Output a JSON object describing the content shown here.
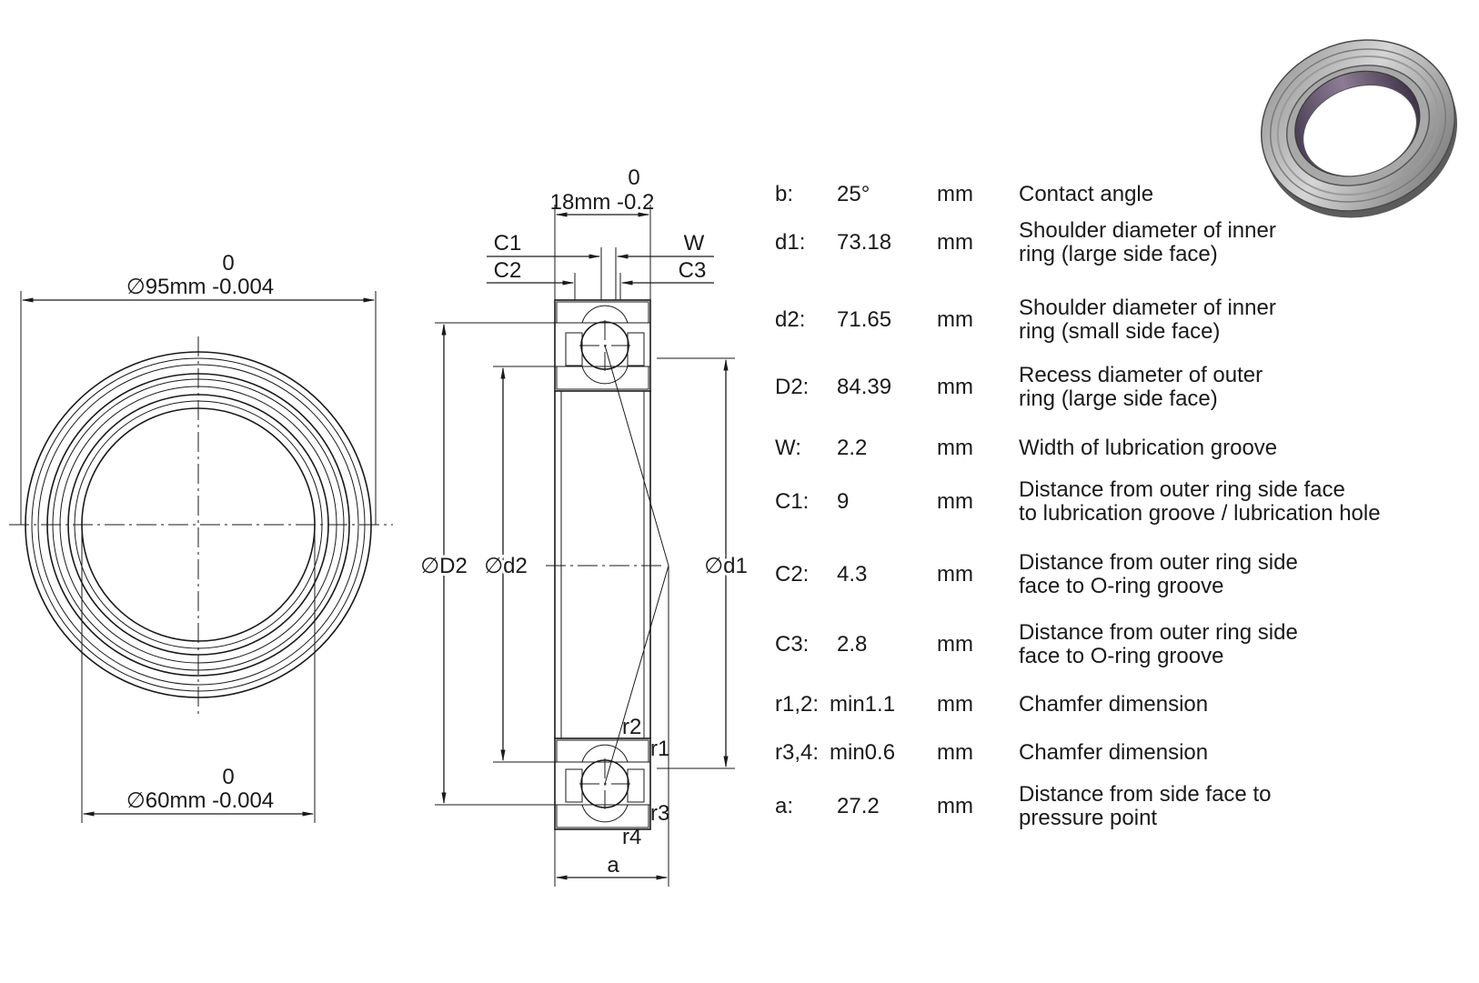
{
  "front_view": {
    "outer_diameter": {
      "zero": "0",
      "label": "∅95mm -0.004"
    },
    "inner_diameter": {
      "zero": "0",
      "label": "∅60mm -0.004"
    }
  },
  "section_view": {
    "width": {
      "zero": "0",
      "label": "18mm -0.2"
    },
    "labels": {
      "c1": "C1",
      "c2": "C2",
      "w": "W",
      "c3": "C3",
      "d2_outer": "∅D2",
      "d2_inner": "∅d2",
      "d1": "∅d1",
      "r1": "r1",
      "r2": "r2",
      "r3": "r3",
      "r4": "r4",
      "a": "a"
    }
  },
  "specs": [
    {
      "symbol": "b:",
      "value": "25°",
      "unit": "mm",
      "desc": [
        "Contact angle"
      ]
    },
    {
      "symbol": "d1:",
      "value": "73.18",
      "unit": "mm",
      "desc": [
        "Shoulder diameter of inner",
        "ring (large side face)"
      ]
    },
    {
      "symbol": "d2:",
      "value": "71.65",
      "unit": "mm",
      "desc": [
        "Shoulder diameter of inner",
        "ring (small side face)"
      ]
    },
    {
      "symbol": "D2:",
      "value": "84.39",
      "unit": "mm",
      "desc": [
        "Recess diameter of outer",
        "ring (large side face)"
      ]
    },
    {
      "symbol": "W:",
      "value": "2.2",
      "unit": "mm",
      "desc": [
        "Width of lubrication groove"
      ]
    },
    {
      "symbol": "C1:",
      "value": "9",
      "unit": "mm",
      "desc": [
        "Distance from outer ring side face",
        "to lubrication groove / lubrication hole"
      ]
    },
    {
      "symbol": "C2:",
      "value": "4.3",
      "unit": "mm",
      "desc": [
        "Distance from outer ring side",
        "face to O-ring groove"
      ]
    },
    {
      "symbol": "C3:",
      "value": "2.8",
      "unit": "mm",
      "desc": [
        "Distance from outer ring side",
        "face to O-ring groove"
      ]
    },
    {
      "symbol": "r1,2:",
      "value": "min1.1",
      "unit": "mm",
      "desc": [
        "Chamfer dimension"
      ]
    },
    {
      "symbol": "r3,4:",
      "value": "min0.6",
      "unit": "mm",
      "desc": [
        "Chamfer dimension"
      ]
    },
    {
      "symbol": "a:",
      "value": "27.2",
      "unit": "mm",
      "desc": [
        "Distance from side face to",
        "pressure point"
      ]
    }
  ]
}
